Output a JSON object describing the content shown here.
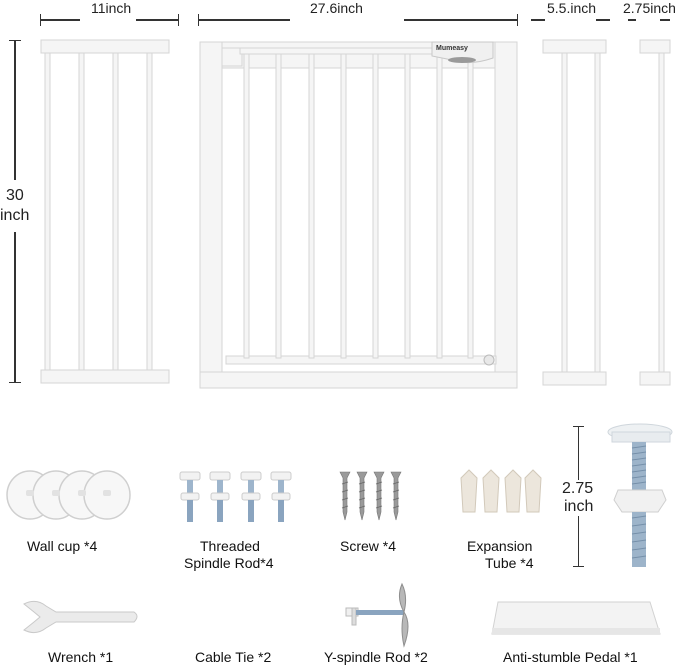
{
  "brand": "Mumeasy",
  "dimensions": {
    "width_small": "11inch",
    "width_main": "27.6inch",
    "width_ext1": "5.5.inch",
    "width_ext2": "2.75inch",
    "height_line1": "30",
    "height_line2": "inch",
    "spindle_line1": "2.75",
    "spindle_line2": "inch"
  },
  "parts": [
    {
      "line1": "Wall cup *4",
      "line2": ""
    },
    {
      "line1": "Threaded",
      "line2": "Spindle Rod*4"
    },
    {
      "line1": "Screw *4",
      "line2": ""
    },
    {
      "line1": "Expansion",
      "line2": "Tube *4"
    },
    {
      "line1": "Wrench *1",
      "line2": ""
    },
    {
      "line1": "Cable Tie *2",
      "line2": ""
    },
    {
      "line1": "Y-spindle Rod *2",
      "line2": ""
    },
    {
      "line1": "Anti-stumble Pedal *1",
      "line2": ""
    }
  ],
  "icons": {
    "wall_cup": "wall-cup-icon",
    "spindle_rod": "threaded-spindle-rod-icon",
    "screw": "screw-icon",
    "expansion_tube": "expansion-tube-icon",
    "wrench": "wrench-icon",
    "y_spindle": "y-spindle-rod-icon",
    "pedal": "anti-stumble-pedal-icon",
    "large_spindle": "large-spindle-icon"
  },
  "colors": {
    "frame": "#f4f4f4",
    "frame_stroke": "#d8d8d8",
    "dimension_line": "#333333",
    "metal": "#8aa4bf"
  }
}
